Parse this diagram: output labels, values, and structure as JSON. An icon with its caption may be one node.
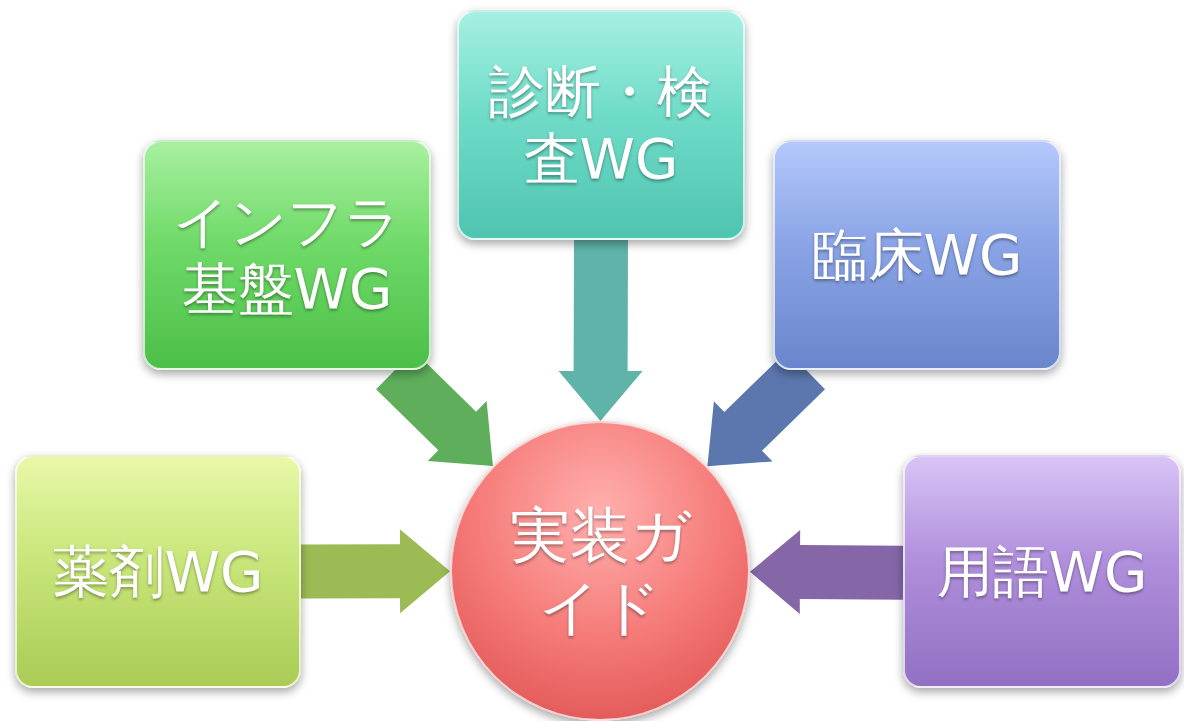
{
  "diagram": {
    "nodes": [
      {
        "text": [
          "診断・検査WG"
        ]
      },
      {
        "text": [
          "インフラ基盤WG"
        ]
      },
      {
        "text": [
          "臨床WG"
        ]
      },
      {
        "text": [
          "薬剤WG"
        ]
      },
      {
        "text": [
          "実装ガイド"
        ]
      },
      {
        "text": [
          "用語WG"
        ]
      }
    ],
    "edges": [
      {
        "from": 0,
        "to": 4,
        "arrow": "to",
        "style": "thick",
        "color": "#5fb3a9"
      },
      {
        "from": 1,
        "to": 4,
        "arrow": "to",
        "style": "thick",
        "color": "#5eae5c"
      },
      {
        "from": 2,
        "to": 4,
        "arrow": "to",
        "style": "thick",
        "color": "#5b77ae"
      },
      {
        "from": 3,
        "to": 4,
        "arrow": "to",
        "style": "thick",
        "color": "#9dbb55"
      },
      {
        "from": 5,
        "to": 4,
        "arrow": "to",
        "style": "thick",
        "color": "#8567a8"
      }
    ]
  }
}
